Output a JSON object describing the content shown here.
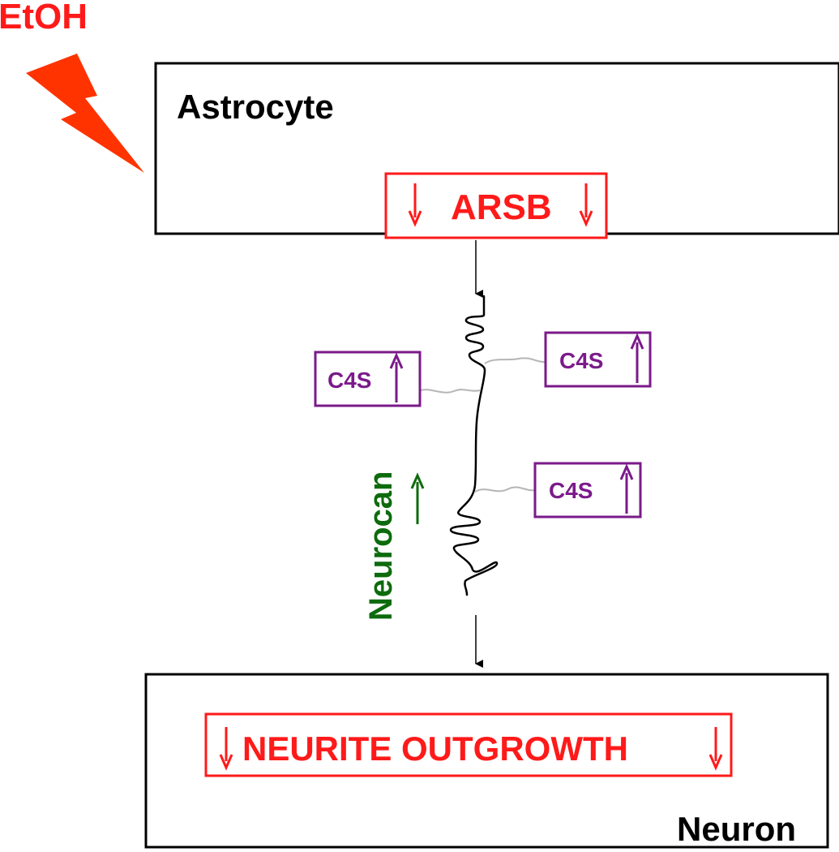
{
  "colors": {
    "red": "#ff1a1a",
    "lightning": "#ff3300",
    "purple": "#7b1a8a",
    "green": "#0d6b0d",
    "black": "#000000",
    "chain_gray": "#b5b5b5"
  },
  "labels": {
    "etoh": "EtOH",
    "astrocyte": "Astrocyte",
    "arsb": "ARSB",
    "neurocan": "Neurocan",
    "neurite_outgrowth": "NEURITE OUTGROWTH",
    "neuron": "Neuron",
    "c4s": "C4S"
  },
  "icons": {
    "lightning": "lightning-bolt-icon",
    "down_arrow": "down-arrow-icon",
    "up_arrow": "up-arrow-icon"
  }
}
